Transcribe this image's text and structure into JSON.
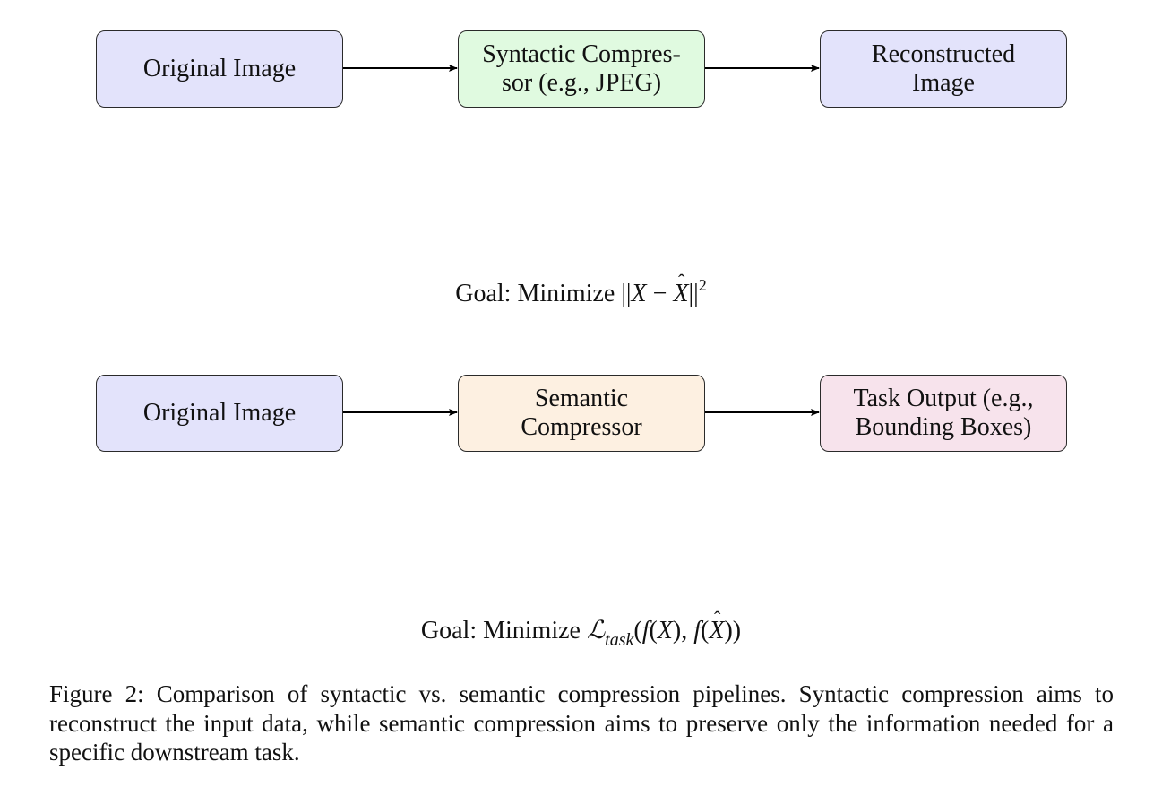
{
  "pipelines": {
    "syntactic": {
      "input": [
        "Original Image"
      ],
      "compressor": [
        "Syntactic Compres-",
        "sor (e.g., JPEG)"
      ],
      "output": [
        "Reconstructed",
        "Image"
      ],
      "goal_prefix": "Goal: Minimize"
    },
    "semantic": {
      "input": [
        "Original Image"
      ],
      "compressor": [
        "Semantic",
        "Compressor"
      ],
      "output": [
        "Task Output (e.g.,",
        "Bounding Boxes)"
      ],
      "goal_prefix": "Goal: Minimize"
    }
  },
  "caption": "Figure 2: Comparison of syntactic vs. semantic compression pipelines. Syntactic compression aims to reconstruct the input data, while semantic compression aims to preserve only the information needed for a specific downstream task.",
  "colors": {
    "image_box": "#e3e3fb",
    "syntactic_box": "#e0fae0",
    "semantic_box": "#fdf0e1",
    "task_box": "#f7e3ec",
    "border": "#2a2a2a",
    "arrow": "#000000"
  }
}
